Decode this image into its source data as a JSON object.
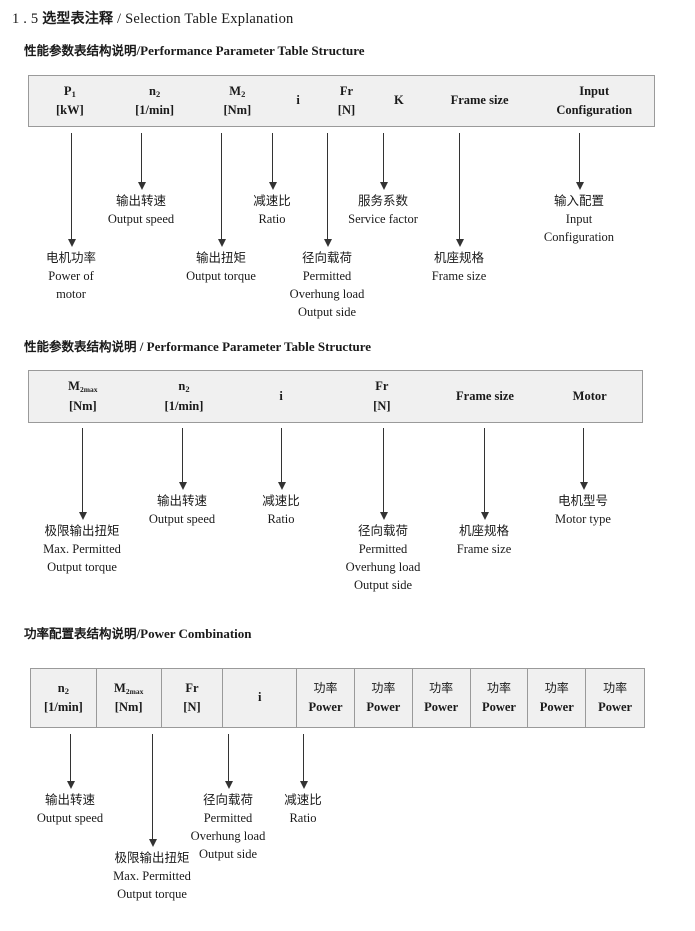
{
  "doc": {
    "title_number": "1 . 5",
    "title_cn": "选型表注释",
    "title_sep": "/",
    "title_en": "Selection Table Explanation"
  },
  "sections": [
    {
      "id": "perf1",
      "heading_cn": "性能参数表结构说明",
      "heading_sep": "/",
      "heading_en": "Performance Parameter Table Structure",
      "table": {
        "divided": false,
        "columns": [
          {
            "line1": "P",
            "sub1": "1",
            "line2": "[kW]"
          },
          {
            "line1": "n",
            "sub1": "2",
            "line2": "[1/min]"
          },
          {
            "line1": "M",
            "sub1": "2",
            "line2": "[Nm]"
          },
          {
            "line1": "i",
            "sub1": "",
            "line2": ""
          },
          {
            "line1": "Fr",
            "sub1": "",
            "line2": "[N]"
          },
          {
            "line1": "K",
            "sub1": "",
            "line2": ""
          },
          {
            "line1": "Frame size",
            "sub1": "",
            "line2": ""
          },
          {
            "line1": "Input",
            "sub1": "",
            "line2": "Configuration"
          }
        ]
      },
      "notes": [
        {
          "cn": "电机功率",
          "en": [
            "Power of",
            "motor"
          ]
        },
        {
          "cn": "输出转速",
          "en": [
            "Output speed"
          ]
        },
        {
          "cn": "输出扭矩",
          "en": [
            "Output torque"
          ]
        },
        {
          "cn": "减速比",
          "en": [
            "Ratio"
          ]
        },
        {
          "cn": "径向载荷",
          "en": [
            "Permitted",
            "Overhung load",
            "Output side"
          ]
        },
        {
          "cn": "服务系数",
          "en": [
            "Service factor"
          ]
        },
        {
          "cn": "机座规格",
          "en": [
            "Frame size"
          ]
        },
        {
          "cn": "输入配置",
          "en": [
            "Input",
            "Configuration"
          ]
        }
      ]
    },
    {
      "id": "perf2",
      "heading_cn": "性能参数表结构说明",
      "heading_sep": "/",
      "heading_en": "Performance Parameter Table Structure",
      "table": {
        "divided": false,
        "columns": [
          {
            "line1": "M",
            "sub1": "2max",
            "line2": "[Nm]"
          },
          {
            "line1": "n",
            "sub1": "2",
            "line2": "[1/min]"
          },
          {
            "line1": "i",
            "sub1": "",
            "line2": ""
          },
          {
            "line1": "Fr",
            "sub1": "",
            "line2": "[N]"
          },
          {
            "line1": "Frame size",
            "sub1": "",
            "line2": ""
          },
          {
            "line1": "Motor",
            "sub1": "",
            "line2": ""
          }
        ]
      },
      "notes": [
        {
          "cn": "极限输出扭矩",
          "en": [
            "Max. Permitted",
            "Output  torque"
          ]
        },
        {
          "cn": "输出转速",
          "en": [
            "Output speed"
          ]
        },
        {
          "cn": "减速比",
          "en": [
            "Ratio"
          ]
        },
        {
          "cn": "径向载荷",
          "en": [
            "Permitted",
            "Overhung load",
            "Output side"
          ]
        },
        {
          "cn": "机座规格",
          "en": [
            "Frame size"
          ]
        },
        {
          "cn": "电机型号",
          "en": [
            "Motor type"
          ]
        }
      ]
    },
    {
      "id": "power",
      "heading_cn": "功率配置表结构说明",
      "heading_sep": "/",
      "heading_en": "Power Combination",
      "table": {
        "divided": true,
        "columns": [
          {
            "line1": "n",
            "sub1": "2",
            "line2": "[1/min]"
          },
          {
            "line1": "M",
            "sub1": "2max",
            "line2": "[Nm]"
          },
          {
            "line1": "Fr",
            "sub1": "",
            "line2": "[N]"
          },
          {
            "line1": "i",
            "sub1": "",
            "line2": ""
          },
          {
            "cn_line1": "功率",
            "line2": "Power"
          },
          {
            "cn_line1": "功率",
            "line2": "Power"
          },
          {
            "cn_line1": "功率",
            "line2": "Power"
          },
          {
            "cn_line1": "功率",
            "line2": "Power"
          },
          {
            "cn_line1": "功率",
            "line2": "Power"
          },
          {
            "cn_line1": "功率",
            "line2": "Power"
          }
        ]
      },
      "notes": [
        {
          "cn": "输出转速",
          "en": [
            "Output speed"
          ]
        },
        {
          "cn": "极限输出扭矩",
          "en": [
            "Max. Permitted",
            "Output  torque"
          ]
        },
        {
          "cn": "径向载荷",
          "en": [
            "Permitted",
            "Overhung load",
            "Output side"
          ]
        },
        {
          "cn": "减速比",
          "en": [
            "Ratio"
          ]
        }
      ]
    }
  ]
}
